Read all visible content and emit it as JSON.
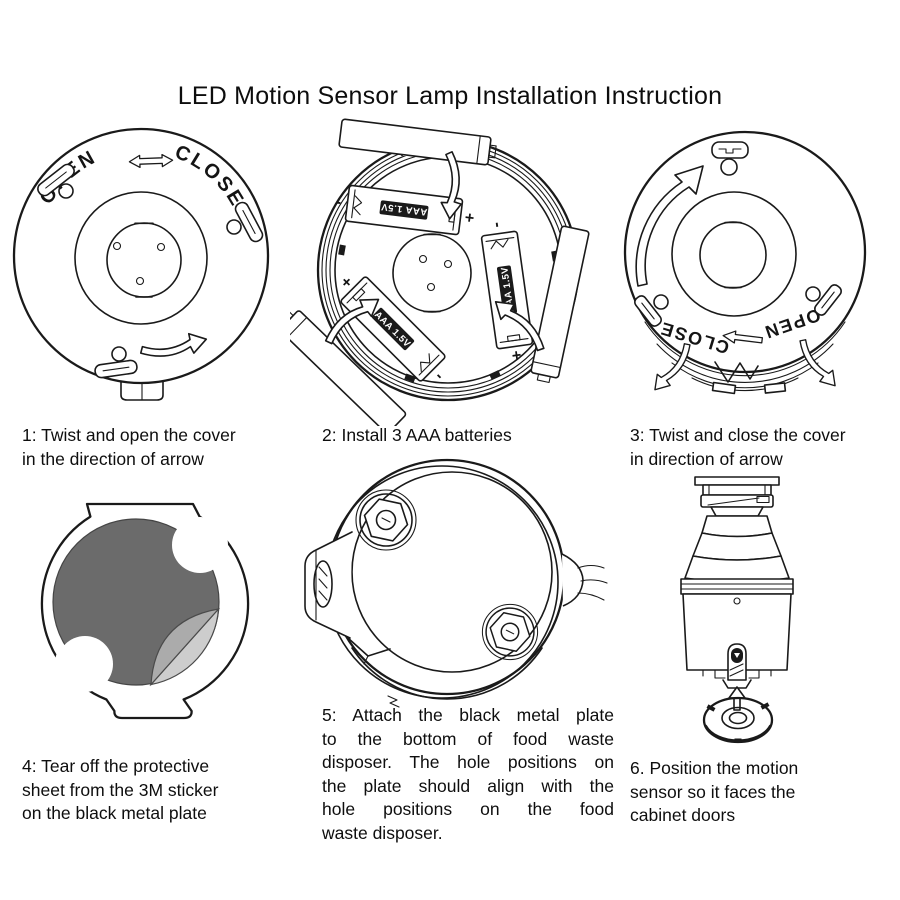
{
  "title": "LED Motion Sensor Lamp Installation Instruction",
  "steps": [
    {
      "lines": [
        "1: Twist and open the cover",
        "in the direction of arrow"
      ]
    },
    {
      "lines": [
        "2: Install 3 AAA batteries"
      ]
    },
    {
      "lines": [
        "3: Twist and close the cover",
        "in direction of arrow"
      ]
    },
    {
      "lines": [
        "4: Tear off the protective",
        "sheet from the 3M sticker",
        "on the black metal plate"
      ]
    },
    {
      "lines": [
        "5: Attach the black metal plate",
        "to the bottom of food waste",
        "disposer. The hole positions on",
        "the plate should align with the",
        "hole positions on the food",
        "waste disposer."
      ]
    },
    {
      "lines": [
        "6. Position the motion",
        "sensor so it faces the",
        "cabinet doors"
      ]
    }
  ],
  "labels": {
    "open": "OPEN",
    "close": "CLOSE",
    "battery": "AAA 1.5V",
    "plus": "+",
    "minus": "-"
  },
  "colors": {
    "line": "#1a1a1a",
    "sticker": "#6b6b6b",
    "peel_fold": "#ababab",
    "peel_backing": "#cdcdcd"
  }
}
